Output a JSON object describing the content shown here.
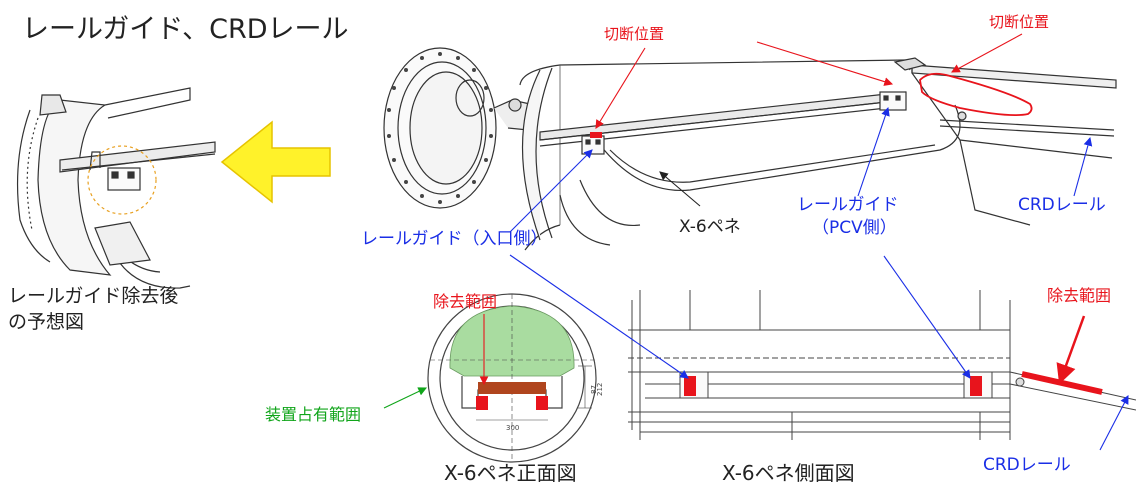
{
  "title": "レールガイド、CRDレール",
  "labels": {
    "cut_position_1": "切断位置",
    "cut_position_2": "切断位置",
    "rail_guide_after_removal_line1": "レールガイド除去後",
    "rail_guide_after_removal_line2": "の予想図",
    "rail_guide_entrance": "レールガイド（入口側）",
    "x6_penetration": "X-6ペネ",
    "rail_guide_pcv_line1": "レールガイド",
    "rail_guide_pcv_line2": "（PCV側）",
    "crd_rail_top": "CRDレール",
    "removal_range_front": "除去範囲",
    "removal_range_side": "除去範囲",
    "device_occupied_range": "装置占有範囲",
    "crd_rail_bottom": "CRDレール",
    "x6_front_view": "X-6ペネ正面図",
    "x6_side_view": "X-6ペネ側面図"
  },
  "dimensions": {
    "dim_87": "87",
    "dim_212": "212",
    "dim_300": "300"
  },
  "colors": {
    "red": "#e8141c",
    "blue": "#1a2ee6",
    "green": "#10a51a",
    "yellow_arrow": "#fff22a",
    "arrow_outline": "#e6c300",
    "device_fill": "#a9dca0",
    "removal_fill": "#b0451e"
  }
}
